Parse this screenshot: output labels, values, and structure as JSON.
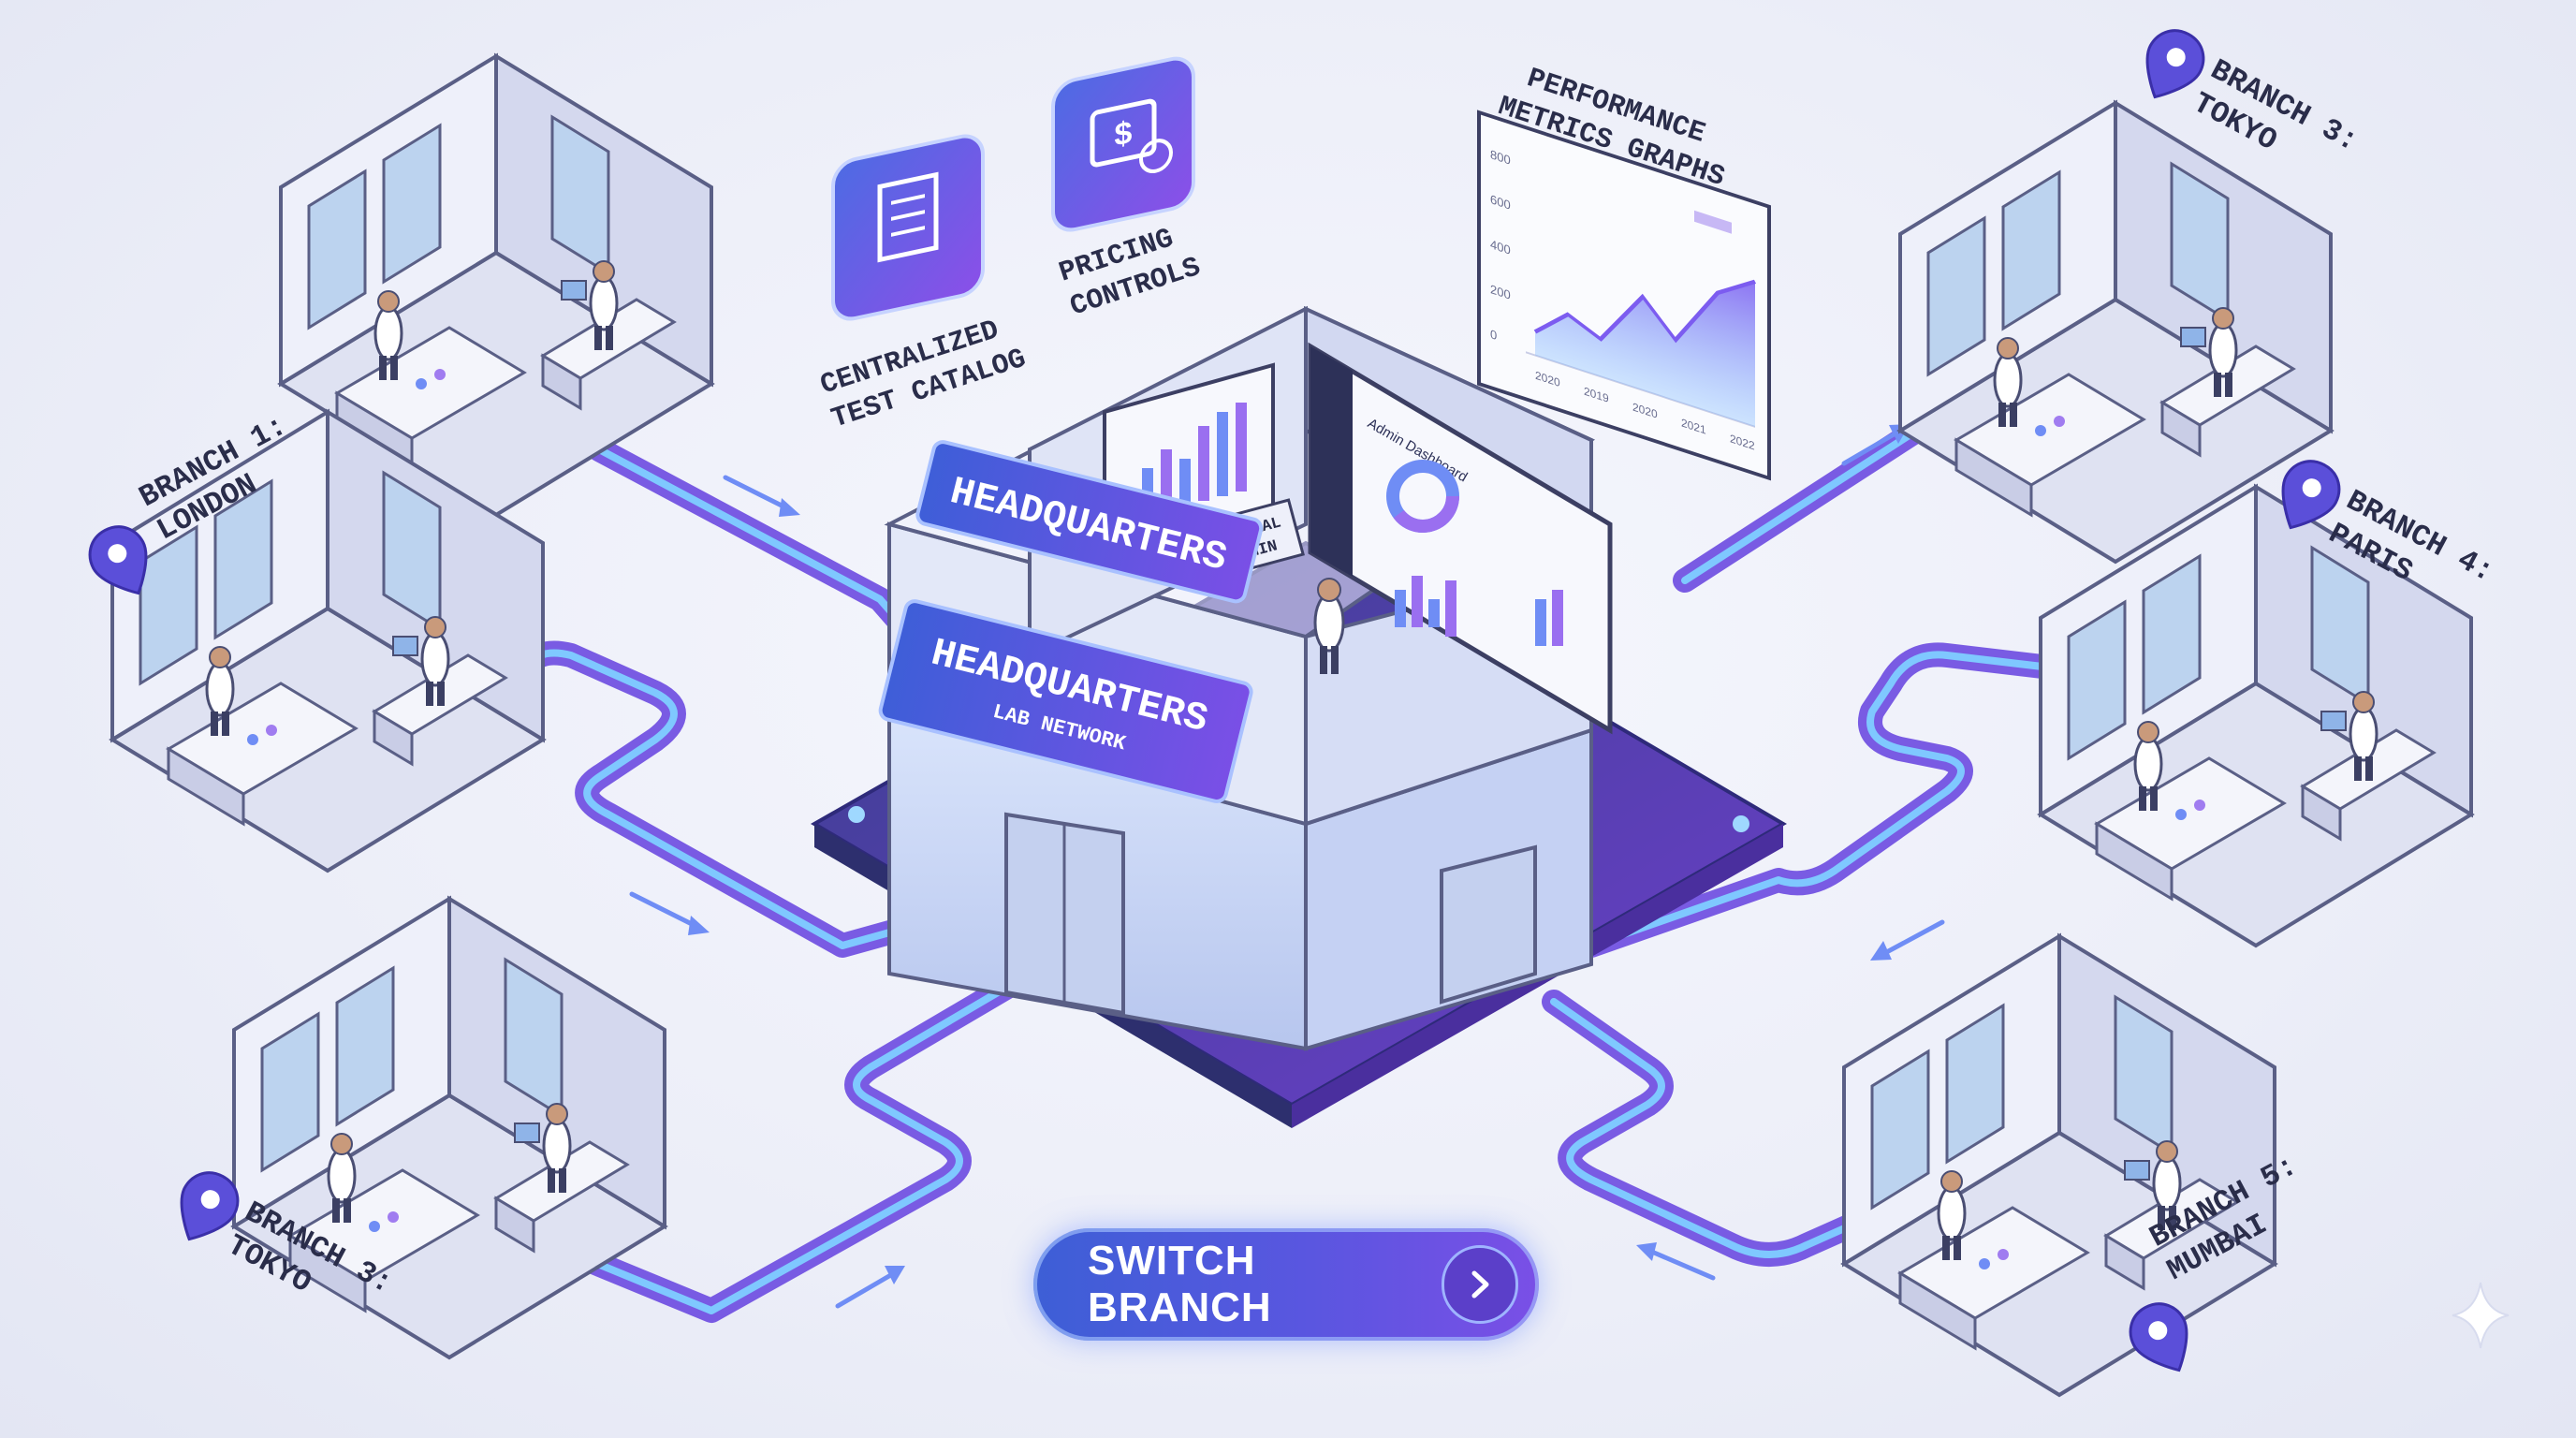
{
  "headquarters": {
    "sign_primary": "HEADQUARTERS",
    "sign_secondary": "HEADQUARTERS",
    "sign_secondary_sub": "LAB NETWORK",
    "central_admin_line1": "CENTRAL",
    "central_admin_line2": "ADMIN",
    "dashboard_title": "Admin Dashboard"
  },
  "features": {
    "catalog_line1": "CENTRALIZED",
    "catalog_line2": "TEST CATALOG",
    "pricing_line1": "PRICING",
    "pricing_line2": "CONTROLS",
    "metrics_line1": "PERFORMANCE",
    "metrics_line2": "METRICS GRAPHS"
  },
  "metrics_chart": {
    "y_ticks": [
      "800",
      "600",
      "400",
      "200",
      "0"
    ],
    "x_ticks": [
      "2020",
      "2019",
      "2020",
      "2021",
      "2022"
    ]
  },
  "branches": [
    {
      "id": "london",
      "line1": "BRANCH 1:",
      "line2": "LONDON"
    },
    {
      "id": "tokyo-top",
      "line1": "BRANCH 3:",
      "line2": "TOKYO"
    },
    {
      "id": "paris",
      "line1": "BRANCH 4:",
      "line2": "PARIS"
    },
    {
      "id": "tokyo-left",
      "line1": "BRANCH 3:",
      "line2": "TOKYO"
    },
    {
      "id": "mumbai",
      "line1": "BRANCH 5:",
      "line2": "MUMBAI"
    }
  ],
  "switch_button": {
    "label": "SWITCH BRANCH"
  },
  "colors": {
    "accent_purple": "#7a4fe6",
    "accent_blue": "#3d5fd6",
    "pipe_glow": "#7fc8ff",
    "pin": "#5b4fd9"
  },
  "icons": {
    "catalog": "document-checklist-icon",
    "pricing": "dollar-price-icon",
    "pin": "location-pin-icon",
    "chevron": "chevron-right-icon",
    "sparkle": "sparkle-icon"
  }
}
